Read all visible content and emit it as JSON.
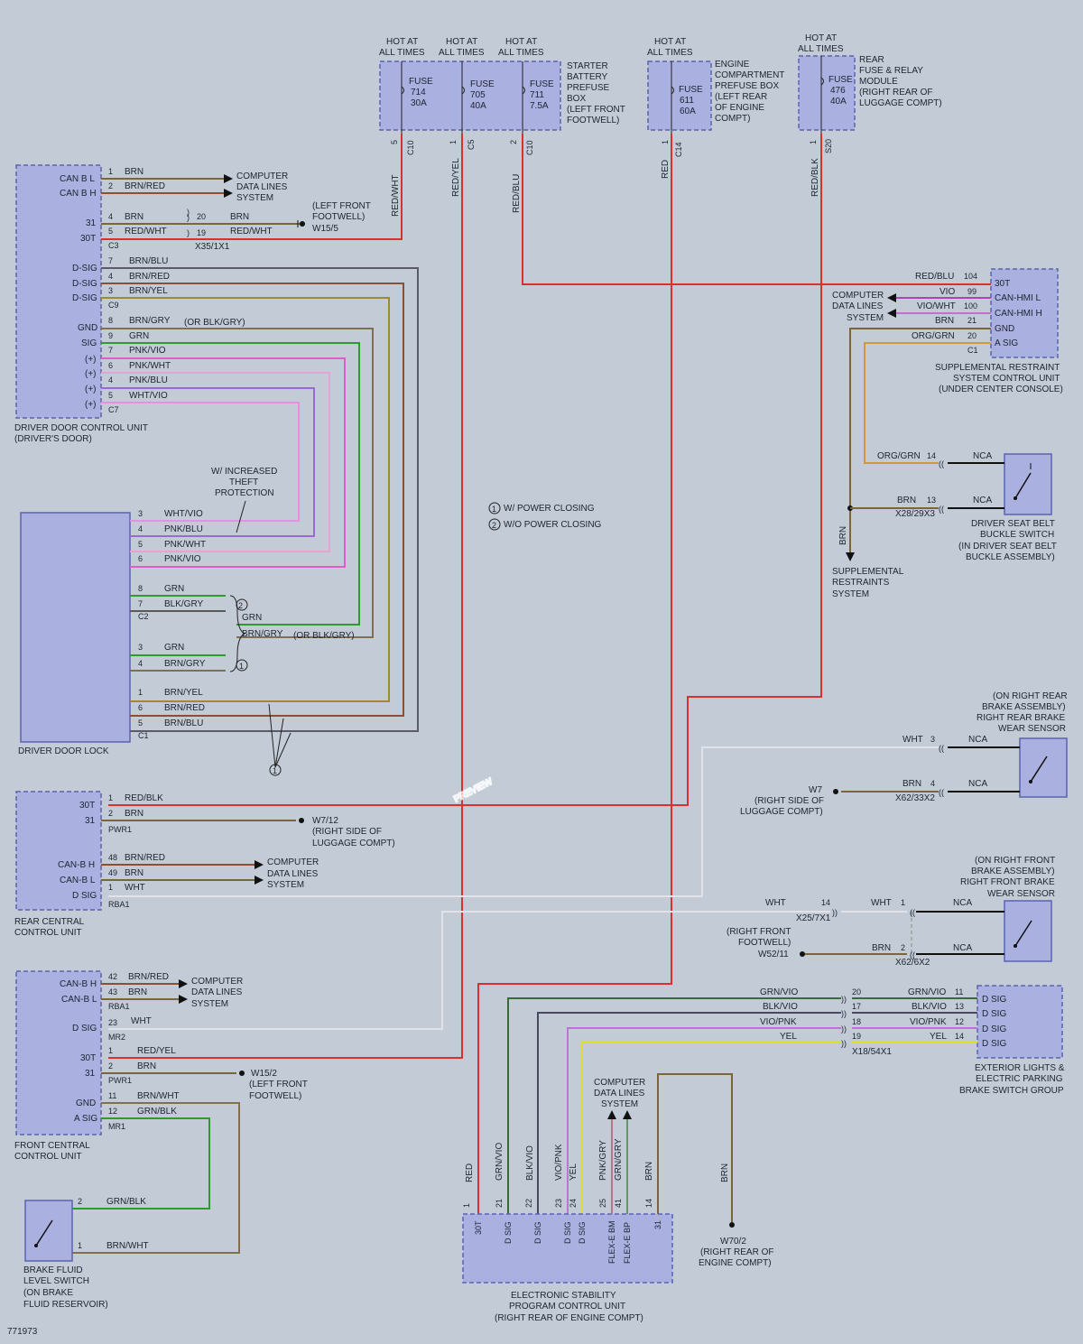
{
  "diagram_id": "771973",
  "watermark": "PREVIEW",
  "legend": {
    "note1": "W/ POWER CLOSING",
    "note2": "W/O POWER CLOSING",
    "num1": "1",
    "num2": "2"
  },
  "annotations": {
    "theft": [
      "W/ INCREASED",
      "THEFT",
      "PROTECTION"
    ],
    "or_blk_gry": "(OR BLK/GRY)"
  },
  "fuses": [
    {
      "hot": [
        "HOT AT",
        "ALL TIMES"
      ],
      "fuse": [
        "FUSE",
        "714",
        "30A"
      ],
      "pin": "5",
      "conn": "C10",
      "wire": "RED/WHT"
    },
    {
      "hot": [
        "HOT AT",
        "ALL TIMES"
      ],
      "fuse": [
        "FUSE",
        "705",
        "40A"
      ],
      "pin": "1",
      "conn": "C5",
      "wire": "RED/YEL"
    },
    {
      "hot": [
        "HOT AT",
        "ALL TIMES"
      ],
      "fuse": [
        "FUSE",
        "711",
        "7.5A"
      ],
      "pin": "2",
      "conn": "C10",
      "wire": "RED/BLU"
    },
    {
      "hot": [
        "HOT AT",
        "ALL TIMES"
      ],
      "fuse": [
        "FUSE",
        "611",
        "60A"
      ],
      "pin": "1",
      "conn": "C14",
      "wire": "RED"
    },
    {
      "hot": [
        "HOT AT",
        "ALL TIMES"
      ],
      "fuse": [
        "FUSE",
        "476",
        "40A"
      ],
      "pin": "1",
      "conn": "S20",
      "wire": "RED/BLK"
    }
  ],
  "fuse_boxes": {
    "starter": [
      "STARTER",
      "BATTERY",
      "PREFUSE",
      "BOX",
      "(LEFT FRONT",
      "FOOTWELL)"
    ],
    "engine": [
      "ENGINE",
      "COMPARTMENT",
      "PREFUSE BOX",
      "(LEFT REAR",
      "OF ENGINE",
      "COMPT)"
    ],
    "rear": [
      "REAR",
      "FUSE & RELAY",
      "MODULE",
      "(RIGHT REAR OF",
      "LUGGAGE COMPT)"
    ]
  },
  "ddcu": {
    "name": [
      "DRIVER DOOR CONTROL UNIT",
      "(DRIVER'S DOOR)"
    ],
    "pins": [
      "CAN B L",
      "CAN B H",
      "31",
      "30T",
      "D-SIG",
      "D-SIG",
      "D-SIG",
      "GND",
      "SIG",
      "(+)",
      "(+)",
      "(+)",
      "(+)"
    ],
    "rows": [
      {
        "n": "1",
        "w": "BRN"
      },
      {
        "n": "2",
        "w": "BRN/RED"
      },
      {
        "n": "4",
        "w": "BRN"
      },
      {
        "n": "5",
        "w": "RED/WHT"
      },
      {
        "n": "7",
        "w": "BRN/BLU"
      },
      {
        "n": "4",
        "w": "BRN/RED"
      },
      {
        "n": "3",
        "w": "BRN/YEL"
      },
      {
        "n": "8",
        "w": "BRN/GRY"
      },
      {
        "n": "9",
        "w": "GRN"
      },
      {
        "n": "7",
        "w": "PNK/VIO"
      },
      {
        "n": "6",
        "w": "PNK/WHT"
      },
      {
        "n": "4",
        "w": "PNK/BLU"
      },
      {
        "n": "5",
        "w": "WHT/VIO"
      }
    ],
    "conns": [
      "C3",
      "C9",
      "C7"
    ],
    "splice": {
      "a": "20",
      "wa": "BRN",
      "b": "19",
      "wb": "RED/WHT",
      "id": "X35/1X1"
    },
    "ground": [
      "(LEFT FRONT",
      "FOOTWELL)",
      "W15/5"
    ],
    "cdls": [
      "COMPUTER",
      "DATA LINES",
      "SYSTEM"
    ]
  },
  "ddl": {
    "name": "DRIVER DOOR LOCK",
    "rows": [
      {
        "n": "3",
        "w": "WHT/VIO"
      },
      {
        "n": "4",
        "w": "PNK/BLU"
      },
      {
        "n": "5",
        "w": "PNK/WHT"
      },
      {
        "n": "6",
        "w": "PNK/VIO"
      },
      {
        "n": "8",
        "w": "GRN"
      },
      {
        "n": "7",
        "w": "BLK/GRY"
      },
      {
        "n": "3",
        "w": "GRN"
      },
      {
        "n": "4",
        "w": "BRN/GRY"
      },
      {
        "n": "1",
        "w": "BRN/YEL"
      },
      {
        "n": "6",
        "w": "BRN/RED"
      },
      {
        "n": "5",
        "w": "BRN/BLU"
      }
    ],
    "conns": [
      "C2",
      "C1"
    ],
    "mid": [
      "GRN",
      "BRN/GRY"
    ]
  },
  "rccu": {
    "name": [
      "REAR CENTRAL",
      "CONTROL UNIT"
    ],
    "pins": [
      "30T",
      "31",
      "CAN-B H",
      "CAN-B L",
      "D SIG"
    ],
    "rows": [
      {
        "n": "1",
        "w": "RED/BLK"
      },
      {
        "n": "2",
        "w": "BRN"
      },
      {
        "n": "48",
        "w": "BRN/RED"
      },
      {
        "n": "49",
        "w": "BRN"
      },
      {
        "n": "1",
        "w": "WHT"
      }
    ],
    "conns": [
      "PWR1",
      "RBA1"
    ],
    "ground": [
      "W7/12",
      "(RIGHT SIDE OF",
      "LUGGAGE COMPT)"
    ],
    "cdls": [
      "COMPUTER",
      "DATA LINES",
      "SYSTEM"
    ]
  },
  "fccu": {
    "name": [
      "FRONT CENTRAL",
      "CONTROL UNIT"
    ],
    "pins": [
      "CAN-B H",
      "CAN-B L",
      "D SIG",
      "30T",
      "31",
      "GND",
      "A SIG"
    ],
    "rows": [
      {
        "n": "42",
        "w": "BRN/RED"
      },
      {
        "n": "43",
        "w": "BRN"
      },
      {
        "n": "23",
        "w": "WHT"
      },
      {
        "n": "1",
        "w": "RED/YEL"
      },
      {
        "n": "2",
        "w": "BRN"
      },
      {
        "n": "11",
        "w": "BRN/WHT"
      },
      {
        "n": "12",
        "w": "GRN/BLK"
      }
    ],
    "conns": [
      "RBA1",
      "MR2",
      "PWR1",
      "MR1"
    ],
    "ground": [
      "W15/2",
      "(LEFT FRONT",
      "FOOTWELL)"
    ],
    "cdls": [
      "COMPUTER",
      "DATA LINES",
      "SYSTEM"
    ]
  },
  "bfls": {
    "name": [
      "BRAKE FLUID",
      "LEVEL SWITCH",
      "(ON BRAKE",
      "FLUID RESERVOIR)"
    ],
    "rows": [
      {
        "n": "2",
        "w": "GRN/BLK"
      },
      {
        "n": "1",
        "w": "BRN/WHT"
      }
    ]
  },
  "srs": {
    "name": [
      "SUPPLEMENTAL RESTRAINT",
      "SYSTEM CONTROL UNIT",
      "(UNDER CENTER CONSOLE)"
    ],
    "pins": [
      "30T",
      "CAN-HMI L",
      "CAN-HMI H",
      "GND",
      "A SIG"
    ],
    "rows": [
      {
        "n": "104",
        "w": "RED/BLU"
      },
      {
        "n": "99",
        "w": "VIO"
      },
      {
        "n": "100",
        "w": "VIO/WHT"
      },
      {
        "n": "21",
        "w": "BRN"
      },
      {
        "n": "20",
        "w": "ORG/GRN"
      }
    ],
    "conn": "C1",
    "cdls": [
      "COMPUTER",
      "DATA LINES",
      "SYSTEM"
    ],
    "arrow_label": [
      "SUPPLEMENTAL",
      "RESTRAINTS",
      "SYSTEM"
    ],
    "brn": "BRN"
  },
  "dsb": {
    "name": [
      "DRIVER SEAT BELT",
      "BUCKLE SWITCH",
      "(IN DRIVER SEAT BELT",
      "BUCKLE ASSEMBLY)"
    ],
    "rows": [
      {
        "n": "14",
        "w": "ORG/GRN",
        "c": "NCA"
      },
      {
        "n": "13",
        "w": "BRN",
        "c": "NCA"
      }
    ],
    "splice": "X28/29X3"
  },
  "rrw": {
    "name": [
      "(ON RIGHT REAR",
      "BRAKE ASSEMBLY)",
      "RIGHT REAR BRAKE",
      "WEAR SENSOR"
    ],
    "rows": [
      {
        "n": "3",
        "w": "WHT",
        "c": "NCA"
      },
      {
        "n": "4",
        "w": "BRN",
        "c": "NCA"
      }
    ],
    "splice": "X62/33X2",
    "ground": [
      "W7",
      "(RIGHT SIDE OF",
      "LUGGAGE COMPT)"
    ]
  },
  "rfw": {
    "name": [
      "(ON RIGHT FRONT",
      "BRAKE ASSEMBLY)",
      "RIGHT FRONT BRAKE",
      "WEAR SENSOR"
    ],
    "rows": [
      {
        "n": "1",
        "w": "WHT",
        "c": "NCA"
      },
      {
        "n": "2",
        "w": "BRN",
        "c": "NCA"
      }
    ],
    "inline": {
      "w1": "WHT",
      "n": "14",
      "id": "X25/7X1"
    },
    "splice": "X62/6X2",
    "ground": [
      "(RIGHT FRONT",
      "FOOTWELL)",
      "W52/11"
    ]
  },
  "ext": {
    "name": [
      "EXTERIOR LIGHTS &",
      "ELECTRIC PARKING",
      "BRAKE SWITCH GROUP"
    ],
    "pins": [
      "D SIG",
      "D SIG",
      "D SIG",
      "D SIG"
    ],
    "rows": [
      {
        "l": "GRN/VIO",
        "a": "20",
        "r": "GRN/VIO",
        "b": "11"
      },
      {
        "l": "BLK/VIO",
        "a": "17",
        "r": "BLK/VIO",
        "b": "13"
      },
      {
        "l": "VIO/PNK",
        "a": "18",
        "r": "VIO/PNK",
        "b": "12"
      },
      {
        "l": "YEL",
        "a": "19",
        "r": "YEL",
        "b": "14"
      }
    ],
    "splice": "X18/54X1"
  },
  "esp": {
    "name": [
      "ELECTRONIC STABILITY",
      "PROGRAM CONTROL UNIT",
      "(RIGHT REAR OF ENGINE COMPT)"
    ],
    "pins": [
      {
        "n": "1",
        "w": "RED",
        "p": "30T"
      },
      {
        "n": "21",
        "w": "GRN/VIO",
        "p": "D SIG"
      },
      {
        "n": "22",
        "w": "BLK/VIO",
        "p": "D SIG"
      },
      {
        "n": "23",
        "w": "VIO/PNK",
        "p": "D SIG"
      },
      {
        "n": "24",
        "w": "YEL",
        "p": "D SIG"
      },
      {
        "n": "25",
        "w": "PNK/GRY",
        "p": "FLEX-E BM"
      },
      {
        "n": "41",
        "w": "GRN/GRY",
        "p": "FLEX-E BP"
      },
      {
        "n": "14",
        "w": "BRN",
        "p": "31"
      }
    ],
    "cdls": [
      "COMPUTER",
      "DATA LINES",
      "SYSTEM"
    ],
    "ground_wire": "BRN",
    "ground": [
      "W70/2",
      "(RIGHT REAR OF",
      "ENGINE COMPT)"
    ]
  },
  "colors": {
    "brn": "#7a6638",
    "red": "#d9312d",
    "grn": "#2f9a2f",
    "pnk": "#e25bc8",
    "vio": "#7050b0",
    "wht": "#e8ecf0",
    "yel": "#dede2a",
    "gry": "#5a5a5a",
    "blk": "#222222",
    "org": "#cc9a38",
    "comp_fill": "#aab0e0"
  }
}
